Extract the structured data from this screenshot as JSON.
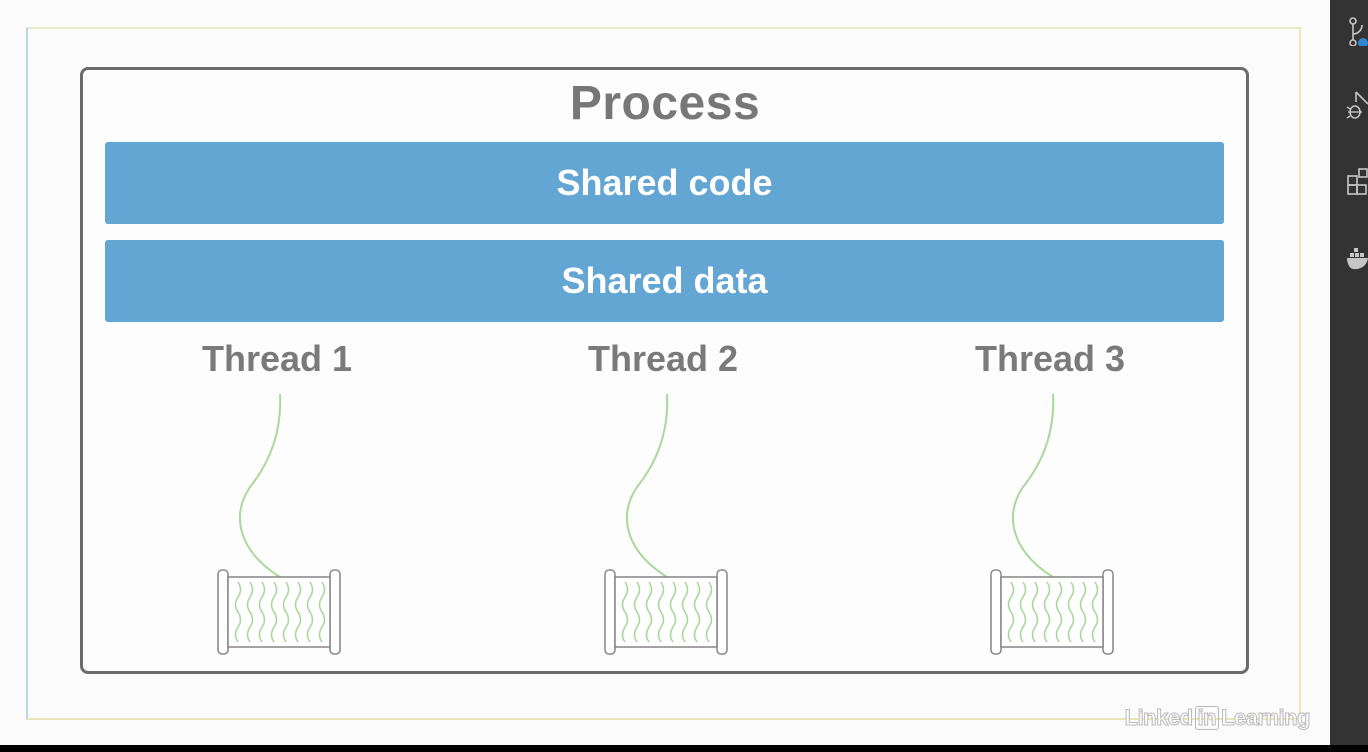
{
  "diagram": {
    "title": "Process",
    "shared_code": "Shared code",
    "shared_data": "Shared data",
    "threads": [
      {
        "label": "Thread 1"
      },
      {
        "label": "Thread 2"
      },
      {
        "label": "Thread 3"
      }
    ]
  },
  "watermark": {
    "part1": "Linked",
    "part2": "in",
    "part3": "Learning"
  },
  "colors": {
    "bar_blue": "#63a6d3",
    "thread_green": "#a9d99a",
    "label_gray": "#7a7a7a",
    "border_gray": "#6b6b6b",
    "sidebar_dark": "#333333"
  },
  "activity_bar": {
    "icons": [
      "source-control-icon",
      "debug-icon",
      "extensions-icon",
      "docker-icon"
    ]
  }
}
